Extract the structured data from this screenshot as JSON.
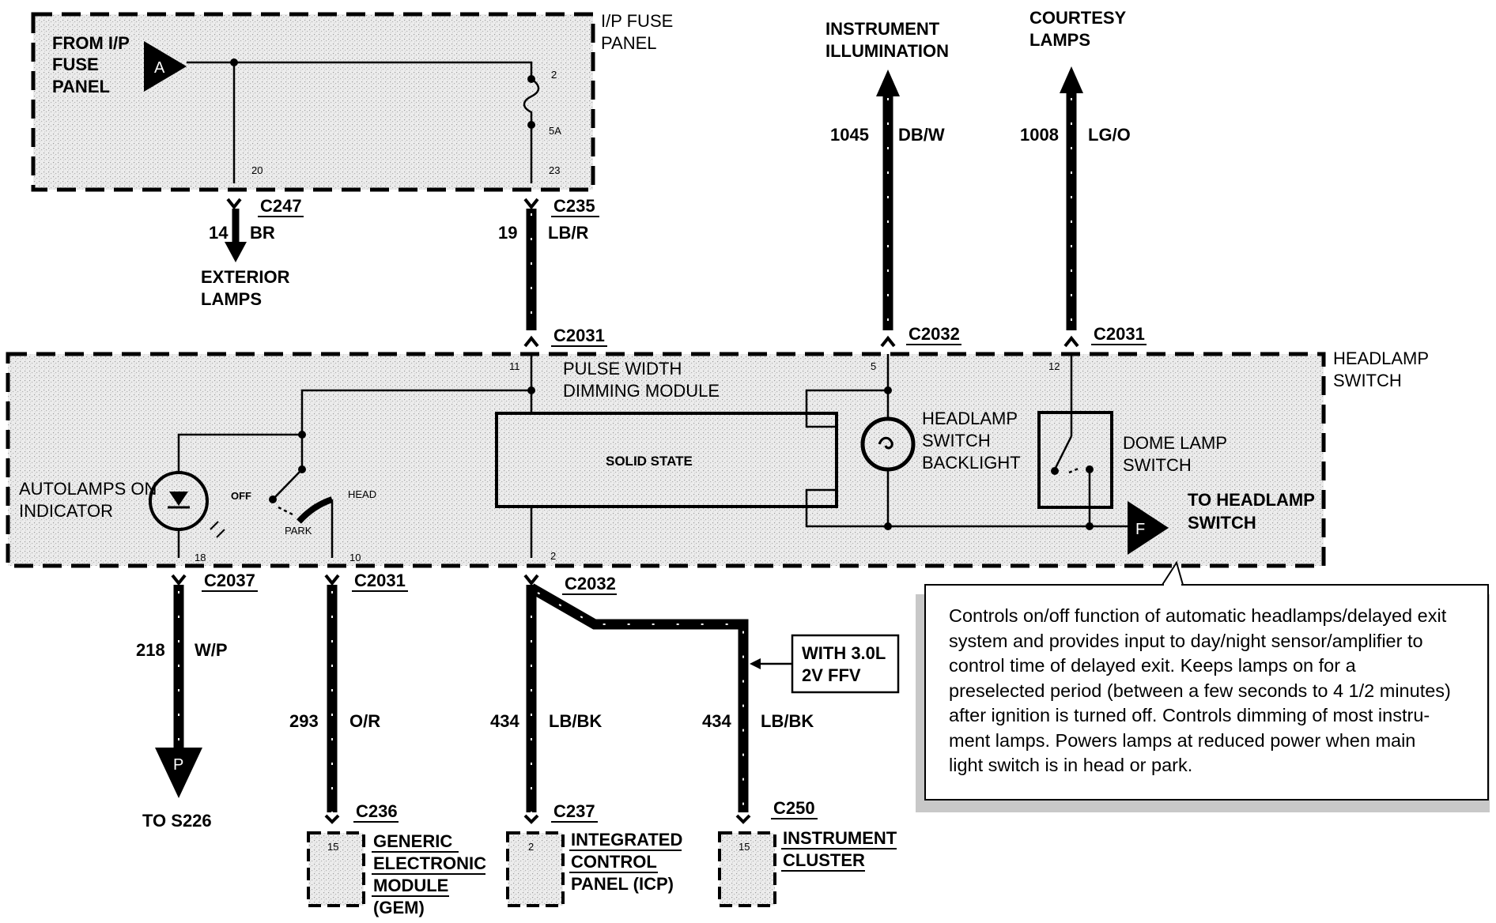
{
  "fuse_panel": {
    "title_line1": "I/P FUSE",
    "title_line2": "PANEL",
    "from_line1": "FROM I/P",
    "from_line2": "FUSE",
    "from_line3": "PANEL",
    "connector_a": "A",
    "pin_2": "2",
    "fuse_rating": "5A",
    "pin_20": "20",
    "pin_23": "23"
  },
  "exterior_lamps": {
    "connector": "C247",
    "circuit": "14",
    "color": "BR",
    "label_line1": "EXTERIOR",
    "label_line2": "LAMPS"
  },
  "feed_c235": {
    "connector": "C235",
    "circuit": "19",
    "color": "LB/R"
  },
  "instrument_illumination": {
    "label_line1": "INSTRUMENT",
    "label_line2": "ILLUMINATION",
    "circuit": "1045",
    "color": "DB/W",
    "connector": "C2032",
    "pin": "5"
  },
  "courtesy_lamps": {
    "label_line1": "COURTESY",
    "label_line2": "LAMPS",
    "circuit": "1008",
    "color": "LG/O",
    "connector": "C2031",
    "pin": "12"
  },
  "headlamp_switch": {
    "title_line1": "HEADLAMP",
    "title_line2": "SWITCH",
    "top_connector": "C2031",
    "pin_11": "11",
    "pwm_line1": "PULSE WIDTH",
    "pwm_line2": "DIMMING MODULE",
    "solid_state": "SOLID STATE",
    "backlight_line1": "HEADLAMP",
    "backlight_line2": "SWITCH",
    "backlight_line3": "BACKLIGHT",
    "dome_line1": "DOME LAMP",
    "dome_line2": "SWITCH",
    "to_headlamp_line1": "TO HEADLAMP",
    "to_headlamp_line2": "SWITCH",
    "connector_f": "F",
    "autolamps_line1": "AUTOLAMPS ON",
    "autolamps_line2": "INDICATOR",
    "off": "OFF",
    "head": "HEAD",
    "park": "PARK",
    "pin_18": "18",
    "pin_10": "10",
    "pin_2": "2"
  },
  "bottom_left": {
    "connector": "C2037",
    "circuit": "218",
    "color": "W/P",
    "connector_p": "P",
    "label": "TO S226"
  },
  "gem_feed": {
    "connector": "C2031",
    "circuit": "293",
    "color": "O/R",
    "module_connector": "C236",
    "module_pin": "15",
    "module_line1": "GENERIC",
    "module_line2": "ELECTRONIC",
    "module_line3": "MODULE",
    "module_line4": "(GEM)"
  },
  "icp_feed": {
    "connector": "C2032",
    "circuit": "434",
    "color": "LB/BK",
    "module_connector": "C237",
    "module_pin": "2",
    "module_line1": "INTEGRATED",
    "module_line2": "CONTROL",
    "module_line3": "PANEL (ICP)"
  },
  "cluster_feed": {
    "circuit": "434",
    "color": "LB/BK",
    "condition_line1": "WITH 3.0L",
    "condition_line2": "2V FFV",
    "module_connector": "C250",
    "module_pin": "15",
    "module_line1": "INSTRUMENT",
    "module_line2": "CLUSTER"
  },
  "note": {
    "lines": [
      "Controls on/off function of automatic headlamps/delayed exit",
      "system and provides input to day/night sensor/amplifier to",
      "control time of delayed exit.  Keeps lamps on for a",
      "preselected period (between a few seconds to 4 1/2 minutes)",
      "after ignition is turned off.  Controls dimming of most instru-",
      "ment lamps.  Powers lamps at reduced power when main",
      "light switch is in head or park."
    ]
  }
}
